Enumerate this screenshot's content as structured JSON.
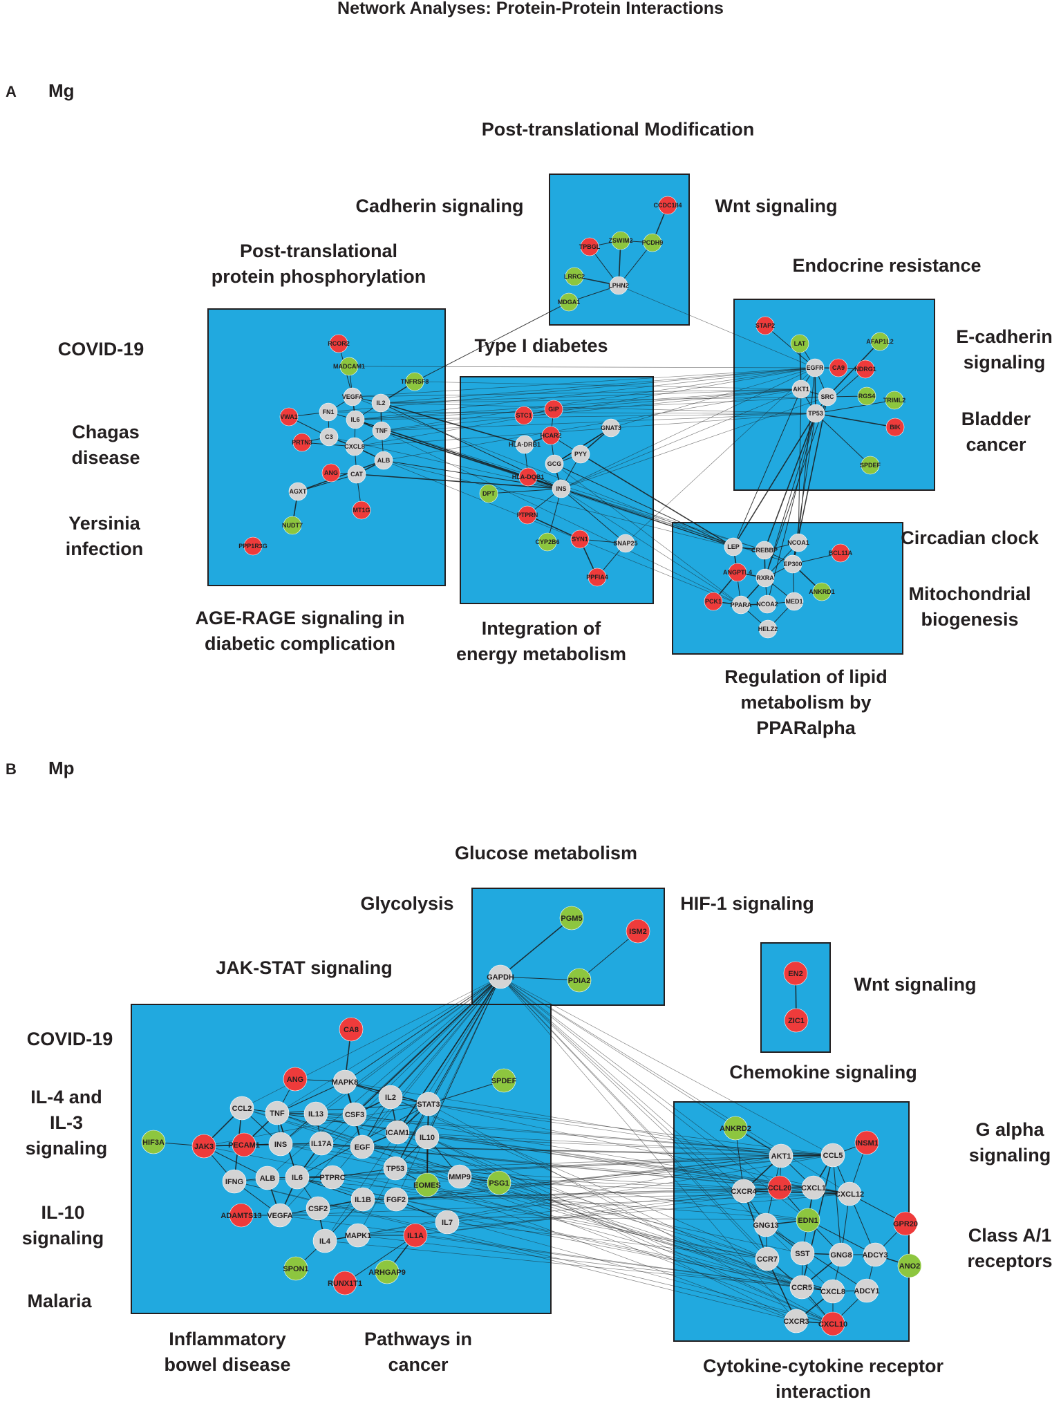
{
  "title": "Network Analyses: Protein-Protein Interactions",
  "colors": {
    "box_fill": "#21A9DF",
    "box_stroke": "#231F20",
    "node_gray": "#D4D4D4",
    "node_red": "#EE3B3B",
    "node_green": "#8DC63F",
    "edge": "#1A1A1A",
    "text": "#231F20"
  },
  "panels": [
    {
      "letter": "A",
      "name": "Mg",
      "annotations": [
        "Post-translational Modification",
        "Cadherin signaling",
        "Wnt signaling",
        "Post-translational protein phosphorylation",
        "Endocrine resistance",
        "COVID-19",
        "Type I diabetes",
        "E-cadherin signaling",
        "Chagas disease",
        "Bladder cancer",
        "Yersinia infection",
        "Circadian clock",
        "Mitochondrial biogenesis",
        "AGE-RAGE signaling in diabetic complication",
        "Integration of energy metabolism",
        "Regulation of lipid metabolism by PPARalpha"
      ],
      "nodes": [
        {
          "label": "CCDC184",
          "color": "red"
        },
        {
          "label": "ZSWIM2",
          "color": "green"
        },
        {
          "label": "PCDH9",
          "color": "green"
        },
        {
          "label": "TPBGL",
          "color": "red"
        },
        {
          "label": "LRRC2",
          "color": "green"
        },
        {
          "label": "LPHN2",
          "color": "gray"
        },
        {
          "label": "MDGA1",
          "color": "green"
        },
        {
          "label": "RCOR2",
          "color": "red"
        },
        {
          "label": "MADCAM1",
          "color": "green"
        },
        {
          "label": "TNFRSF8",
          "color": "green"
        },
        {
          "label": "VEGFA",
          "color": "gray"
        },
        {
          "label": "IL2",
          "color": "gray"
        },
        {
          "label": "FN1",
          "color": "gray"
        },
        {
          "label": "IL6",
          "color": "gray"
        },
        {
          "label": "VWA1",
          "color": "red"
        },
        {
          "label": "TNF",
          "color": "gray"
        },
        {
          "label": "C3",
          "color": "gray"
        },
        {
          "label": "PRTN3",
          "color": "red"
        },
        {
          "label": "CXCL8",
          "color": "gray"
        },
        {
          "label": "ALB",
          "color": "gray"
        },
        {
          "label": "ANG",
          "color": "red"
        },
        {
          "label": "CAT",
          "color": "gray"
        },
        {
          "label": "AGXT",
          "color": "gray"
        },
        {
          "label": "MT1G",
          "color": "red"
        },
        {
          "label": "NUDT7",
          "color": "green"
        },
        {
          "label": "PPP1R3G",
          "color": "red"
        },
        {
          "label": "GIP",
          "color": "red"
        },
        {
          "label": "STC1",
          "color": "red"
        },
        {
          "label": "GNAT3",
          "color": "gray"
        },
        {
          "label": "HLA-DRB1",
          "color": "gray"
        },
        {
          "label": "HCAR2",
          "color": "red"
        },
        {
          "label": "PYY",
          "color": "gray"
        },
        {
          "label": "GCG",
          "color": "gray"
        },
        {
          "label": "HLA-DQB1",
          "color": "red"
        },
        {
          "label": "INS",
          "color": "gray"
        },
        {
          "label": "DPT",
          "color": "green"
        },
        {
          "label": "PTPRN",
          "color": "red"
        },
        {
          "label": "SNAP25",
          "color": "gray"
        },
        {
          "label": "SYN1",
          "color": "red"
        },
        {
          "label": "CYP2B6",
          "color": "green"
        },
        {
          "label": "PPFIA4",
          "color": "red"
        },
        {
          "label": "STAP2",
          "color": "red"
        },
        {
          "label": "LAT",
          "color": "green"
        },
        {
          "label": "AFAP1L2",
          "color": "green"
        },
        {
          "label": "EGFR",
          "color": "gray"
        },
        {
          "label": "CA9",
          "color": "red"
        },
        {
          "label": "NDRG1",
          "color": "red"
        },
        {
          "label": "AKT1",
          "color": "gray"
        },
        {
          "label": "SRC",
          "color": "gray"
        },
        {
          "label": "RGS4",
          "color": "green"
        },
        {
          "label": "TRIML2",
          "color": "green"
        },
        {
          "label": "TP53",
          "color": "gray"
        },
        {
          "label": "BIK",
          "color": "red"
        },
        {
          "label": "SPDEF",
          "color": "green"
        },
        {
          "label": "LEP",
          "color": "gray"
        },
        {
          "label": "CREBBP",
          "color": "gray"
        },
        {
          "label": "NCOA1",
          "color": "gray"
        },
        {
          "label": "BCL11A",
          "color": "red"
        },
        {
          "label": "ANGPTL4",
          "color": "red"
        },
        {
          "label": "EP300",
          "color": "gray"
        },
        {
          "label": "RXRA",
          "color": "gray"
        },
        {
          "label": "ANKRD1",
          "color": "green"
        },
        {
          "label": "PCK1",
          "color": "red"
        },
        {
          "label": "PPARA",
          "color": "gray"
        },
        {
          "label": "NCOA2",
          "color": "gray"
        },
        {
          "label": "MED1",
          "color": "gray"
        },
        {
          "label": "HELZ2",
          "color": "gray"
        }
      ]
    },
    {
      "letter": "B",
      "name": "Mp",
      "annotations": [
        "Glucose metabolism",
        "Glycolysis",
        "HIF-1 signaling",
        "JAK-STAT signaling",
        "Wnt signaling",
        "COVID-19",
        "Chemokine signaling",
        "IL-4 and IL-3 signaling",
        "G alpha signaling",
        "IL-10 signaling",
        "Class A/1 receptors",
        "Malaria",
        "Inflammatory bowel disease",
        "Pathways in cancer",
        "Cytokine-cytokine receptor interaction"
      ],
      "nodes": [
        {
          "label": "PGM5",
          "color": "green"
        },
        {
          "label": "ISM2",
          "color": "red"
        },
        {
          "label": "GAPDH",
          "color": "gray"
        },
        {
          "label": "PDIA2",
          "color": "green"
        },
        {
          "label": "EN2",
          "color": "red"
        },
        {
          "label": "ZIC1",
          "color": "red"
        },
        {
          "label": "CA8",
          "color": "red"
        },
        {
          "label": "ANG",
          "color": "red"
        },
        {
          "label": "MAPK8",
          "color": "gray"
        },
        {
          "label": "SPDEF",
          "color": "green"
        },
        {
          "label": "CCL2",
          "color": "gray"
        },
        {
          "label": "TNF",
          "color": "gray"
        },
        {
          "label": "IL13",
          "color": "gray"
        },
        {
          "label": "CSF3",
          "color": "gray"
        },
        {
          "label": "IL2",
          "color": "gray"
        },
        {
          "label": "STAT3",
          "color": "gray"
        },
        {
          "label": "HIF3A",
          "color": "green"
        },
        {
          "label": "JAK3",
          "color": "red"
        },
        {
          "label": "PECAM1",
          "color": "red"
        },
        {
          "label": "INS",
          "color": "gray"
        },
        {
          "label": "IL17A",
          "color": "gray"
        },
        {
          "label": "EGF",
          "color": "gray"
        },
        {
          "label": "ICAM1",
          "color": "gray"
        },
        {
          "label": "IL10",
          "color": "gray"
        },
        {
          "label": "MMP9",
          "color": "gray"
        },
        {
          "label": "PSG1",
          "color": "green"
        },
        {
          "label": "IFNG",
          "color": "gray"
        },
        {
          "label": "ALB",
          "color": "gray"
        },
        {
          "label": "IL6",
          "color": "gray"
        },
        {
          "label": "PTPRC",
          "color": "gray"
        },
        {
          "label": "TP53",
          "color": "gray"
        },
        {
          "label": "EOMES",
          "color": "green"
        },
        {
          "label": "ADAMTS13",
          "color": "red"
        },
        {
          "label": "VEGFA",
          "color": "gray"
        },
        {
          "label": "CSF2",
          "color": "gray"
        },
        {
          "label": "IL1B",
          "color": "gray"
        },
        {
          "label": "FGF2",
          "color": "gray"
        },
        {
          "label": "IL7",
          "color": "gray"
        },
        {
          "label": "IL4",
          "color": "gray"
        },
        {
          "label": "MAPK1",
          "color": "gray"
        },
        {
          "label": "IL1A",
          "color": "red"
        },
        {
          "label": "SPON1",
          "color": "green"
        },
        {
          "label": "ARHGAP9",
          "color": "green"
        },
        {
          "label": "RUNX1T1",
          "color": "red"
        },
        {
          "label": "ANKRD2",
          "color": "green"
        },
        {
          "label": "AKT1",
          "color": "gray"
        },
        {
          "label": "CCL5",
          "color": "gray"
        },
        {
          "label": "INSM1",
          "color": "red"
        },
        {
          "label": "CXCR4",
          "color": "gray"
        },
        {
          "label": "CCL20",
          "color": "red"
        },
        {
          "label": "CXCL1",
          "color": "gray"
        },
        {
          "label": "CXCL12",
          "color": "gray"
        },
        {
          "label": "GNG13",
          "color": "gray"
        },
        {
          "label": "EDN1",
          "color": "green"
        },
        {
          "label": "GPR20",
          "color": "red"
        },
        {
          "label": "CCR7",
          "color": "gray"
        },
        {
          "label": "SST",
          "color": "gray"
        },
        {
          "label": "GNG8",
          "color": "gray"
        },
        {
          "label": "ADCY3",
          "color": "gray"
        },
        {
          "label": "ANO2",
          "color": "green"
        },
        {
          "label": "CCR5",
          "color": "gray"
        },
        {
          "label": "CXCL8",
          "color": "gray"
        },
        {
          "label": "ADCY1",
          "color": "gray"
        },
        {
          "label": "CXCR3",
          "color": "gray"
        },
        {
          "label": "CXCL10",
          "color": "red"
        }
      ]
    }
  ]
}
